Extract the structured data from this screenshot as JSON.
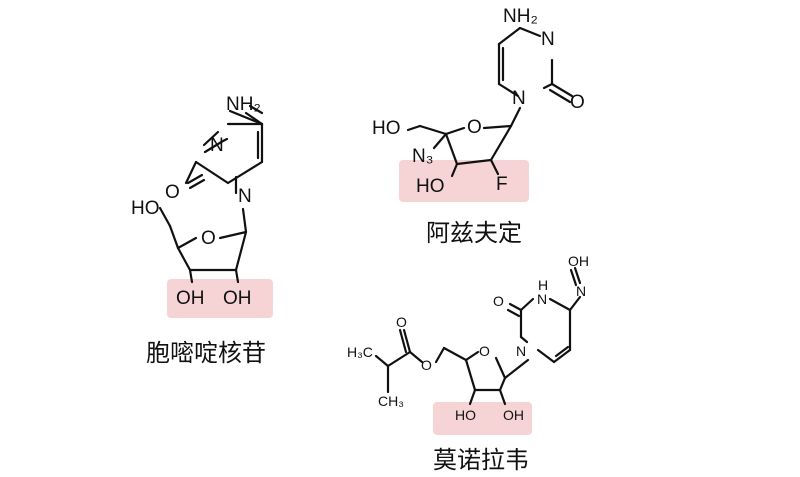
{
  "molecules": [
    {
      "name": "胞嘧啶核苷",
      "labels": {
        "nh2": "NH₂",
        "n3": "N",
        "o2": "O",
        "n1": "N",
        "ho5": "HO",
        "o4": "O",
        "oh2": "OH",
        "oh3": "OH"
      }
    },
    {
      "name": "阿兹夫定",
      "labels": {
        "nh2": "NH₂",
        "n3": "N",
        "o2": "O",
        "n1": "N",
        "ho5": "HO",
        "o4": "O",
        "n3azide": "N₃",
        "oh3": "HO",
        "f2": "F"
      }
    },
    {
      "name": "莫诺拉韦",
      "labels": {
        "oh": "OH",
        "n4": "N",
        "o2": "O",
        "nh": "H",
        "n3": "N",
        "n1": "N",
        "o_ester": "O",
        "o_carbonyl": "O",
        "ch3a": "H₃C",
        "ch3b": "CH₃",
        "o4": "O",
        "oh3": "HO",
        "oh2": "OH"
      }
    }
  ],
  "highlight_color": "#f6d4d5"
}
